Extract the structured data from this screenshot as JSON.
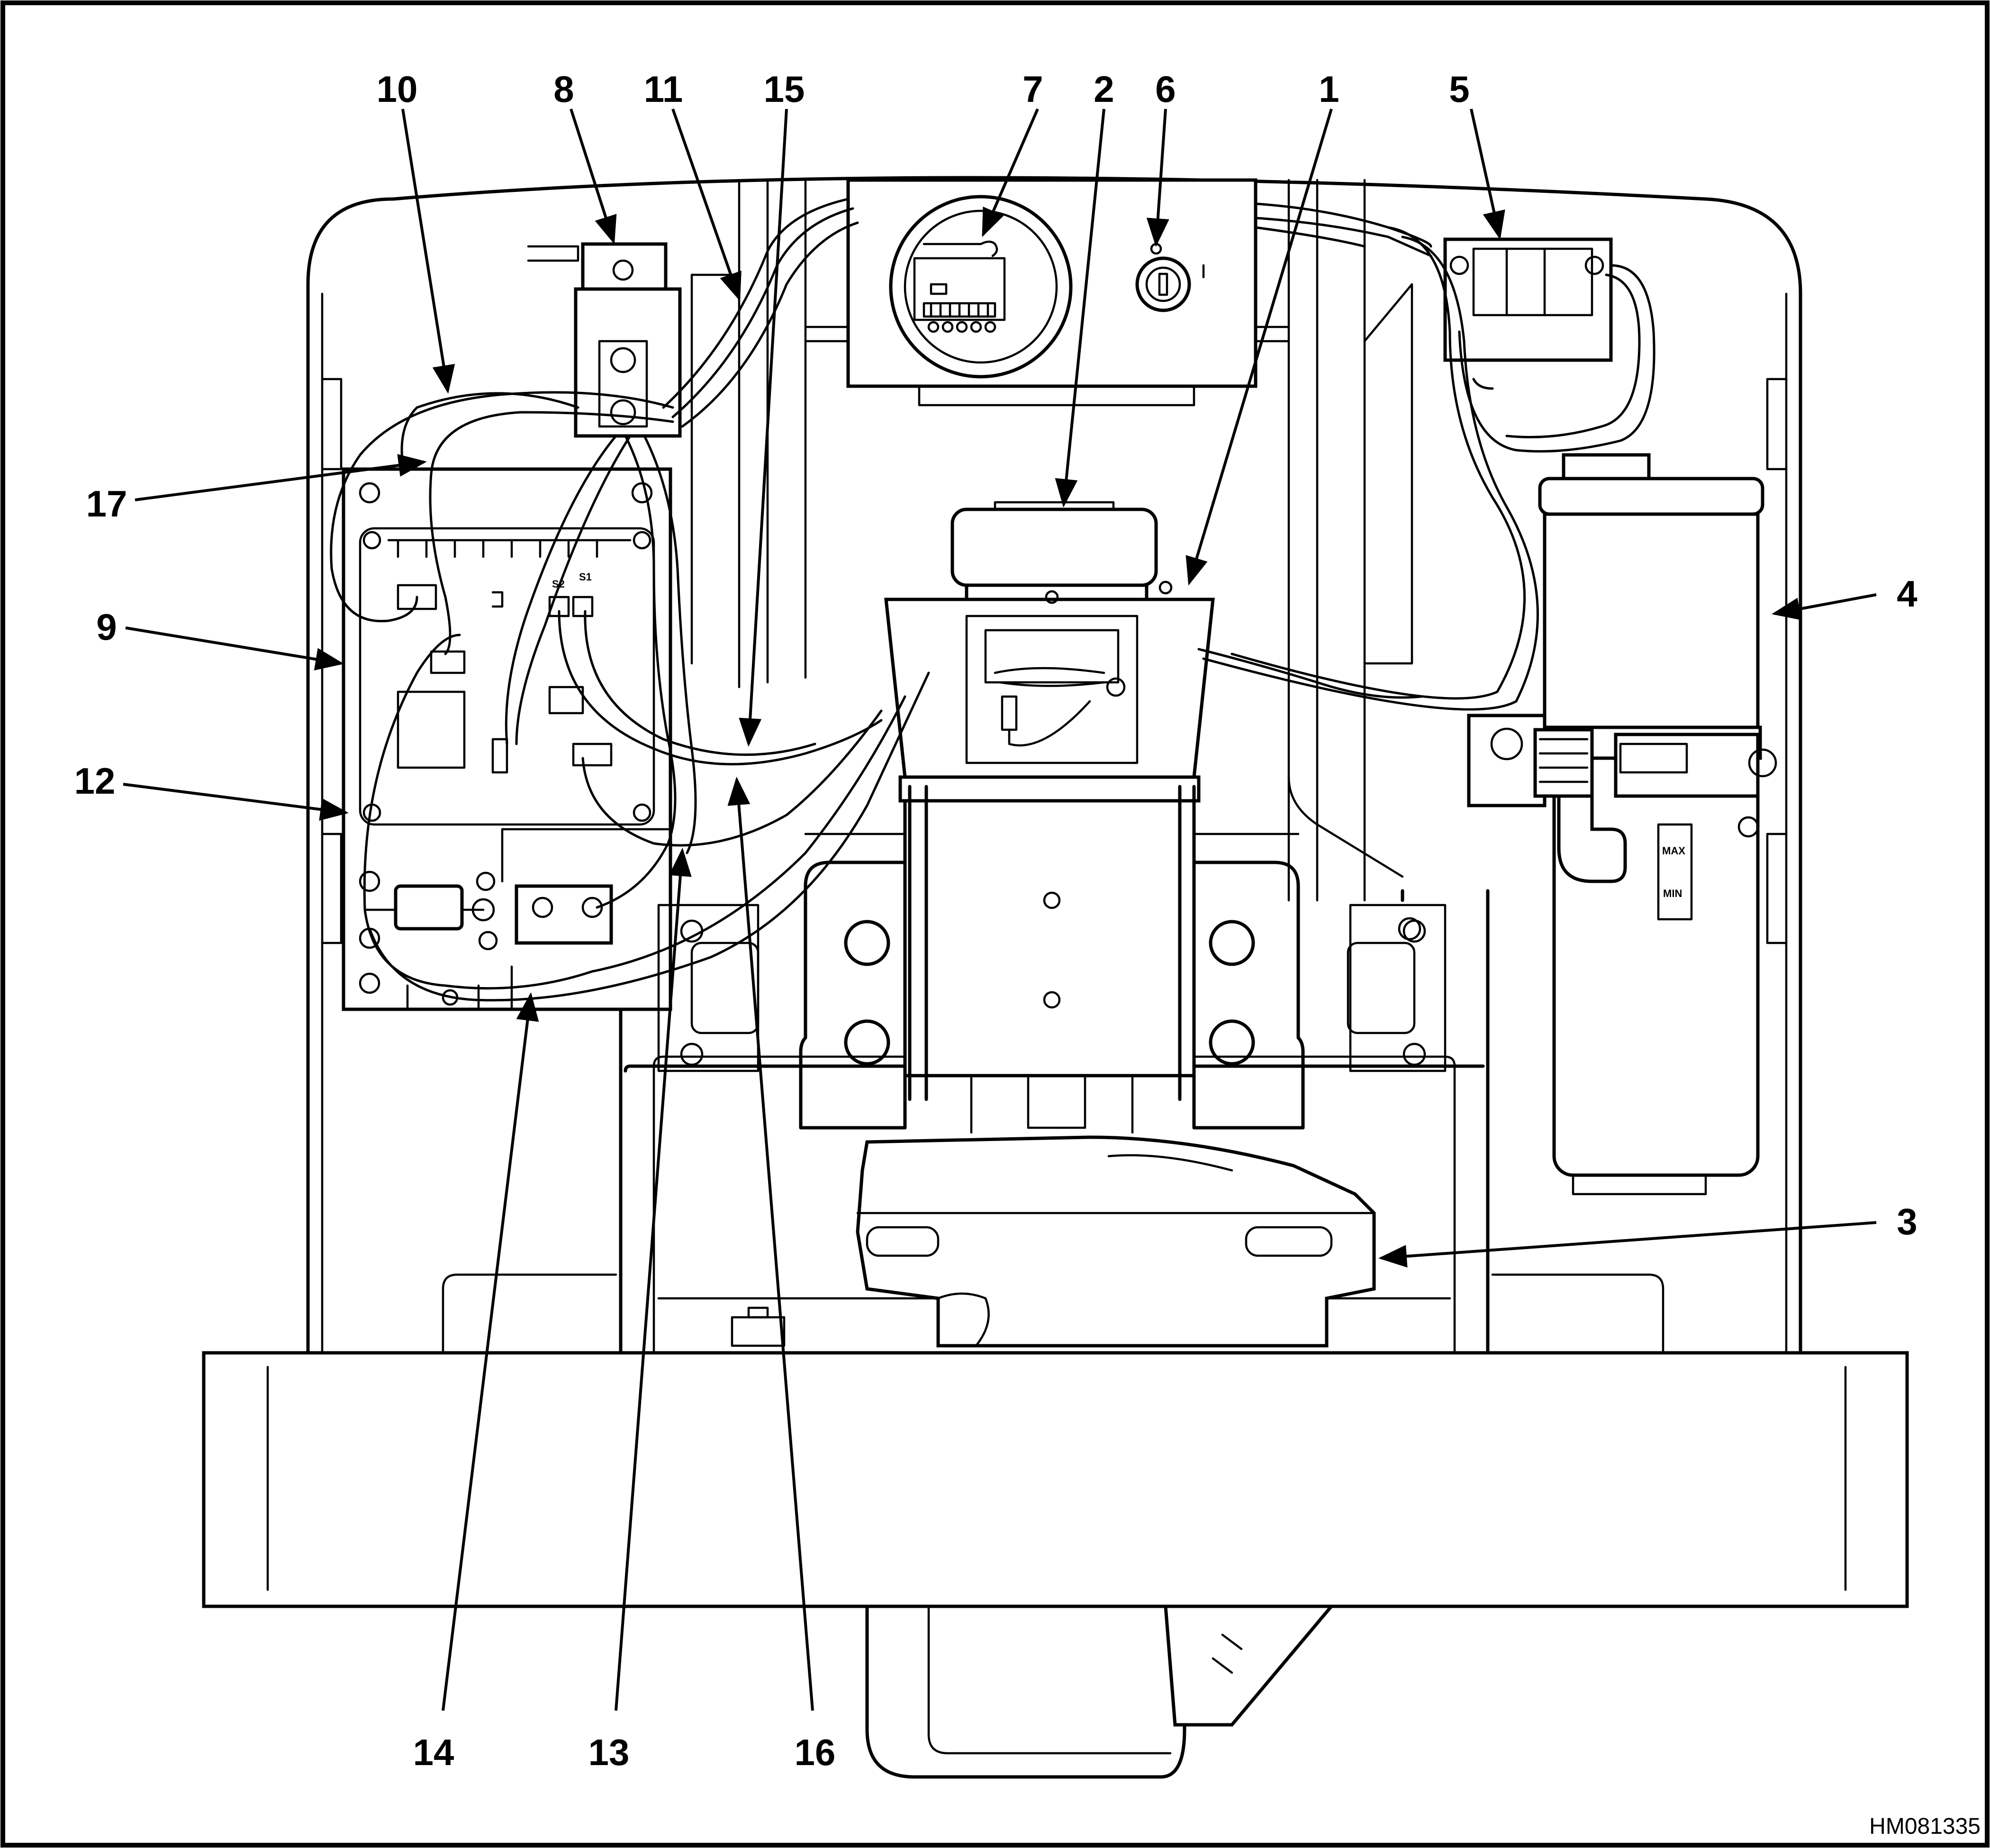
{
  "figure_id": "HM081335",
  "gauge_labels": {
    "max": "MAX",
    "min": "MIN",
    "s1": "S1",
    "s2": "S2"
  },
  "callouts": [
    {
      "label": "10"
    },
    {
      "label": "8"
    },
    {
      "label": "11"
    },
    {
      "label": "15"
    },
    {
      "label": "7"
    },
    {
      "label": "2"
    },
    {
      "label": "6"
    },
    {
      "label": "1"
    },
    {
      "label": "5"
    },
    {
      "label": "17"
    },
    {
      "label": "9"
    },
    {
      "label": "4"
    },
    {
      "label": "12"
    },
    {
      "label": "3"
    },
    {
      "label": "14"
    },
    {
      "label": "13"
    },
    {
      "label": "16"
    }
  ]
}
